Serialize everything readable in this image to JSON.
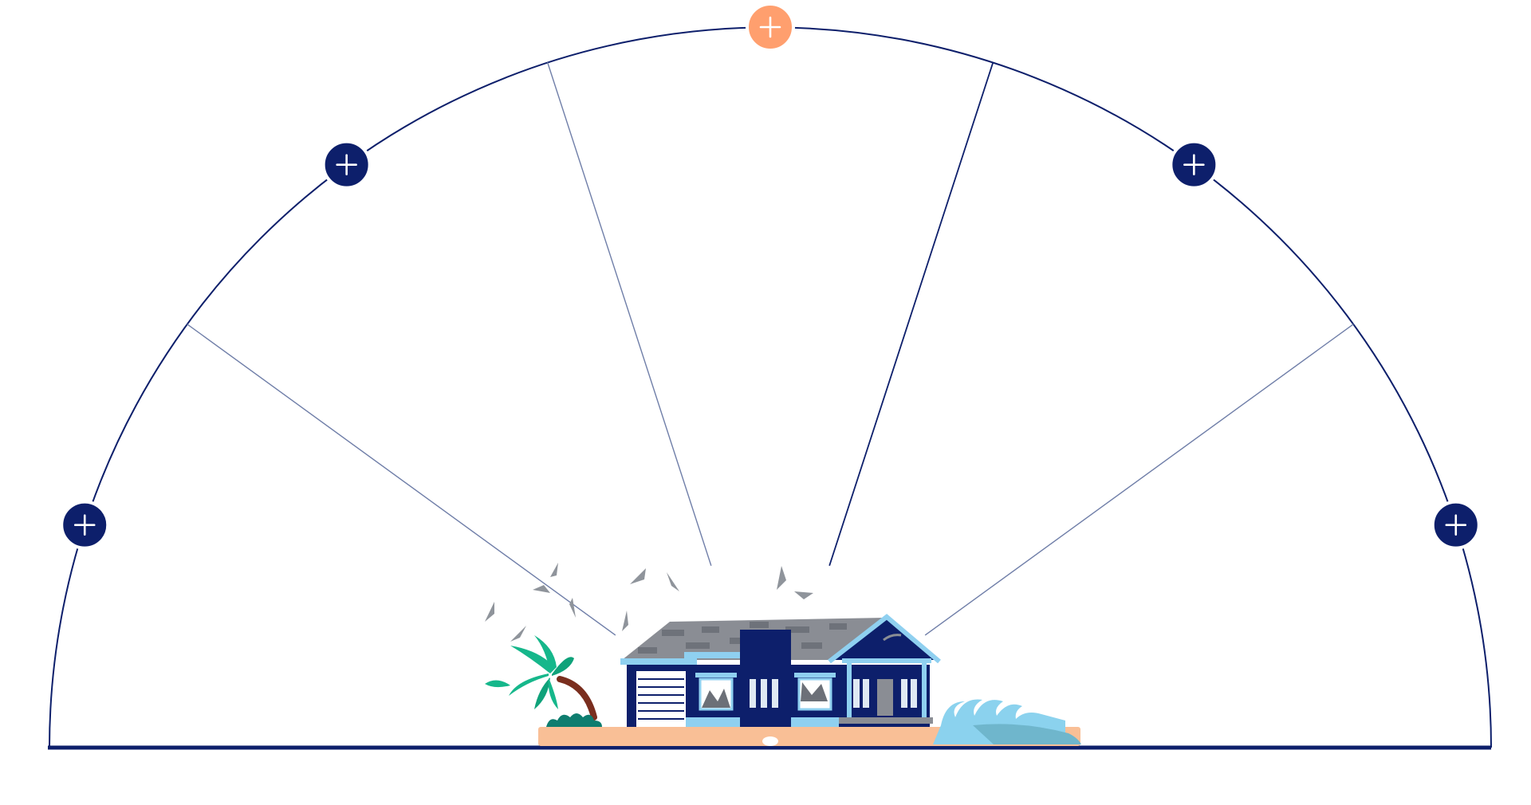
{
  "colors": {
    "navy": "#0d1f6b",
    "line": "#6f7ea8",
    "accent_orange": "#ff9f6e",
    "sand": "#f9bf96",
    "roof_gray": "#8a8d94",
    "sky_blue": "#8fd0f0",
    "palm_green": "#11b48a",
    "water_blue": "#8bd2ee"
  },
  "hotspots": [
    {
      "id": "left",
      "icon": "plus-icon",
      "color": "navy",
      "active": false
    },
    {
      "id": "upper-left",
      "icon": "plus-icon",
      "color": "navy",
      "active": false
    },
    {
      "id": "top",
      "icon": "plus-icon",
      "color": "accent_orange",
      "active": true
    },
    {
      "id": "upper-right",
      "icon": "plus-icon",
      "color": "navy",
      "active": false
    },
    {
      "id": "right",
      "icon": "plus-icon",
      "color": "navy",
      "active": false
    }
  ],
  "illustration": {
    "subject": "house-in-storm-icon",
    "elements": [
      "palm-tree-icon",
      "flying-debris-icon",
      "wave-icon",
      "sand-base"
    ]
  }
}
